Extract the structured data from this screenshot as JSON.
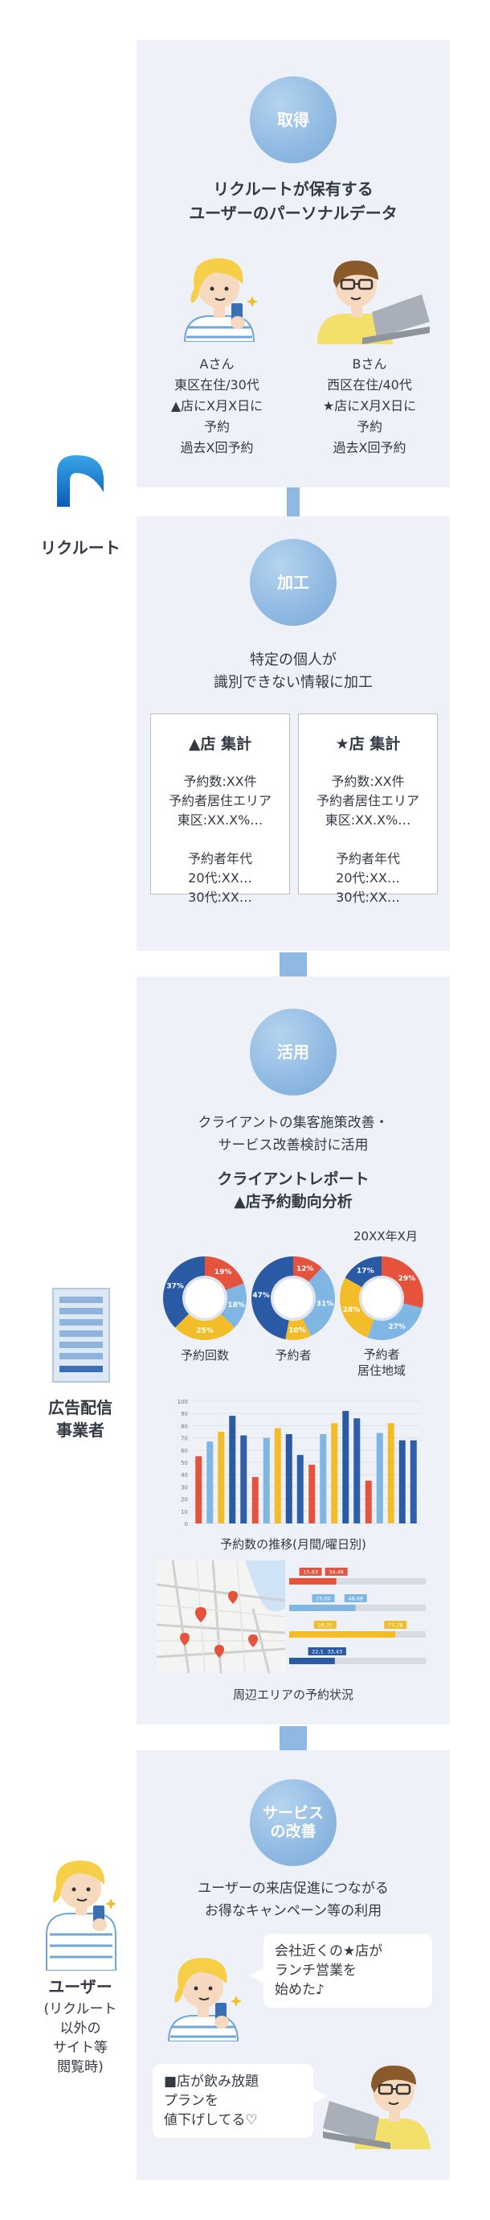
{
  "sidebar": {
    "recruit_label": "リクルート",
    "ad_label": "広告配信\n事業者",
    "user_label": "ユーザー",
    "user_note": "(リクルート\n以外の\nサイト等\n閲覧時)"
  },
  "step1": {
    "circle": "取得",
    "heading": "リクルートが保有する\nユーザーのパーソナルデータ",
    "person_a": "Aさん\n東区在住/30代\n▲店にX月X日に\n予約\n過去X回予約",
    "person_b": "Bさん\n西区在住/40代\n★店にX月X日に\n予約\n過去X回予約"
  },
  "step2": {
    "circle": "加工",
    "heading": "特定の個人が\n識別できない情報に加工",
    "doc1_title": "▲店 集計",
    "doc1_body": "予約数:XX件\n予約者居住エリア\n東区:XX.X%…\n\n予約者年代\n20代:XX…\n30代:XX…",
    "doc2_title": "★店 集計",
    "doc2_body": "予約数:XX件\n予約者居住エリア\n東区:XX.X%…\n\n予約者年代\n20代:XX…\n30代:XX…"
  },
  "step3": {
    "circle": "活用",
    "heading": "クライアントの集客施策改善・\nサービス改善検討に活用",
    "report_title": "クライアントレポート\n▲店予約動向分析",
    "date": "20XX年X月",
    "bar_caption": "予約数の推移(月間/曜日別)",
    "map_caption": "周辺エリアの予約状況"
  },
  "step4": {
    "circle": "サービス\nの改善",
    "heading": "ユーザーの来店促進につながる\nお得なキャンペーン等の利用",
    "bubble1": "会社近くの★店が\nランチ営業を\n始めた♪",
    "bubble2": "■店が飲み放題\nプランを\n値下げしてる♡"
  },
  "colors": {
    "red": "#e5533c",
    "light_blue": "#7fb6e4",
    "yellow": "#f3bd2a",
    "dark_blue": "#2a5aa3",
    "panel": "#eef1f8",
    "arrow": "#8fb9e2"
  },
  "chart_data": [
    {
      "type": "pie",
      "title": "予約回数",
      "labels": [
        "19%",
        "18%",
        "25%",
        "37%"
      ],
      "values": [
        19,
        18,
        25,
        37
      ]
    },
    {
      "type": "pie",
      "title": "予約者",
      "labels": [
        "12%",
        "31%",
        "10%",
        "47%"
      ],
      "values": [
        12,
        31,
        10,
        47
      ]
    },
    {
      "type": "pie",
      "title": "予約者\n居住地域",
      "labels": [
        "29%",
        "27%",
        "28%",
        "17%"
      ],
      "values": [
        29,
        27,
        28,
        17
      ]
    },
    {
      "type": "bar",
      "title": "予約数の推移(月間/曜日別)",
      "y_ticks": [
        "100",
        "90",
        "80",
        "70",
        "60",
        "50",
        "40",
        "30",
        "20",
        "10",
        "0"
      ],
      "ylim": [
        0,
        100
      ],
      "series": [
        {
          "values": [
            55,
            38,
            48,
            35
          ]
        },
        {
          "values": [
            67,
            70,
            73,
            74
          ]
        },
        {
          "values": [
            75,
            78,
            82,
            82
          ]
        },
        {
          "values": [
            88,
            73,
            92,
            68
          ]
        },
        {
          "values": [
            72,
            56,
            86,
            68
          ]
        }
      ]
    },
    {
      "type": "bar",
      "title": "周辺エリアの予約状況",
      "labels": [
        "15,63",
        "34,48",
        "25,00",
        "48,68",
        "26,31",
        "77,78",
        "22,11",
        "33,43"
      ],
      "values": [
        15.63,
        34.48,
        25.0,
        48.68,
        26.31,
        77.78,
        22.11,
        33.43
      ]
    }
  ]
}
